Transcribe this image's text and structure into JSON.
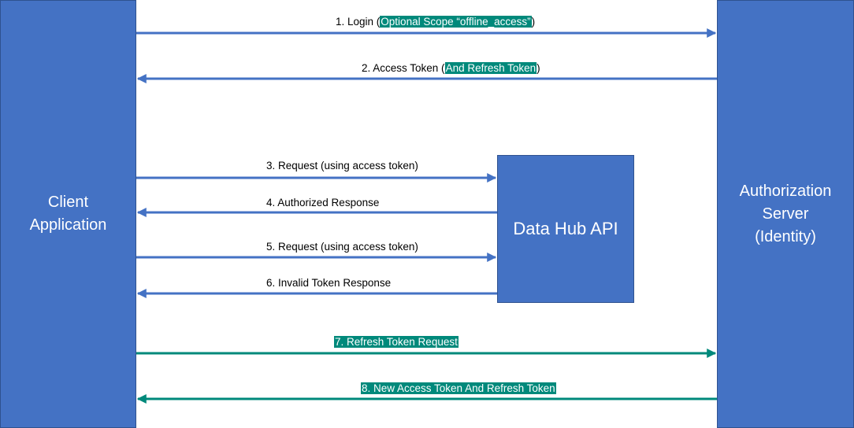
{
  "participants": {
    "client": {
      "line1": "Client",
      "line2": "Application"
    },
    "auth": {
      "line1": "Authorization",
      "line2": "Server",
      "line3": "(Identity)"
    },
    "api": {
      "label": "Data Hub API"
    }
  },
  "messages": [
    {
      "text": "1. Login (",
      "highlight": "Optional Scope “offline_access”",
      "suffix": ")"
    },
    {
      "text": "2. Access Token (",
      "highlight": "And Refresh Token",
      "suffix": ")"
    },
    {
      "text": "3. Request (using access token)"
    },
    {
      "text": "4. Authorized  Response"
    },
    {
      "text": "5. Request (using access token)"
    },
    {
      "text": "6. Invalid Token Response"
    },
    {
      "highlight": "7. Refresh Token Request"
    },
    {
      "highlight": "8. New Access Token And Refresh Token"
    }
  ],
  "colors": {
    "box": "#4472C4",
    "arrow_blue": "#4472C4",
    "arrow_teal": "#00897B",
    "highlight": "#00897B"
  }
}
